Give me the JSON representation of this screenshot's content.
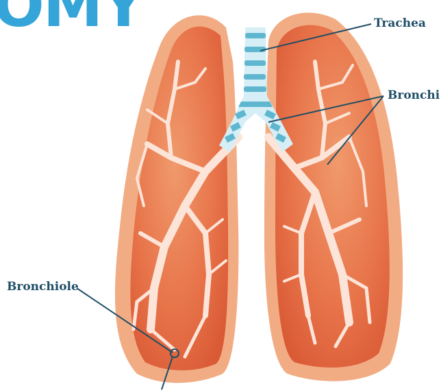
{
  "title": "OMY",
  "labels": {
    "trachea": "Trachea",
    "bronchi": "Bronchi",
    "bronchiole": "Bronchiole"
  },
  "colors": {
    "title": "#35a4d8",
    "lung_outer": "#f2ac84",
    "lung_inner": "#e8744a",
    "lung_dark": "#d95a35",
    "airway": "#fde4d8",
    "trachea_light": "#d6eef6",
    "trachea_dark": "#5fb7cf",
    "leader_line": "#1f4e66"
  }
}
